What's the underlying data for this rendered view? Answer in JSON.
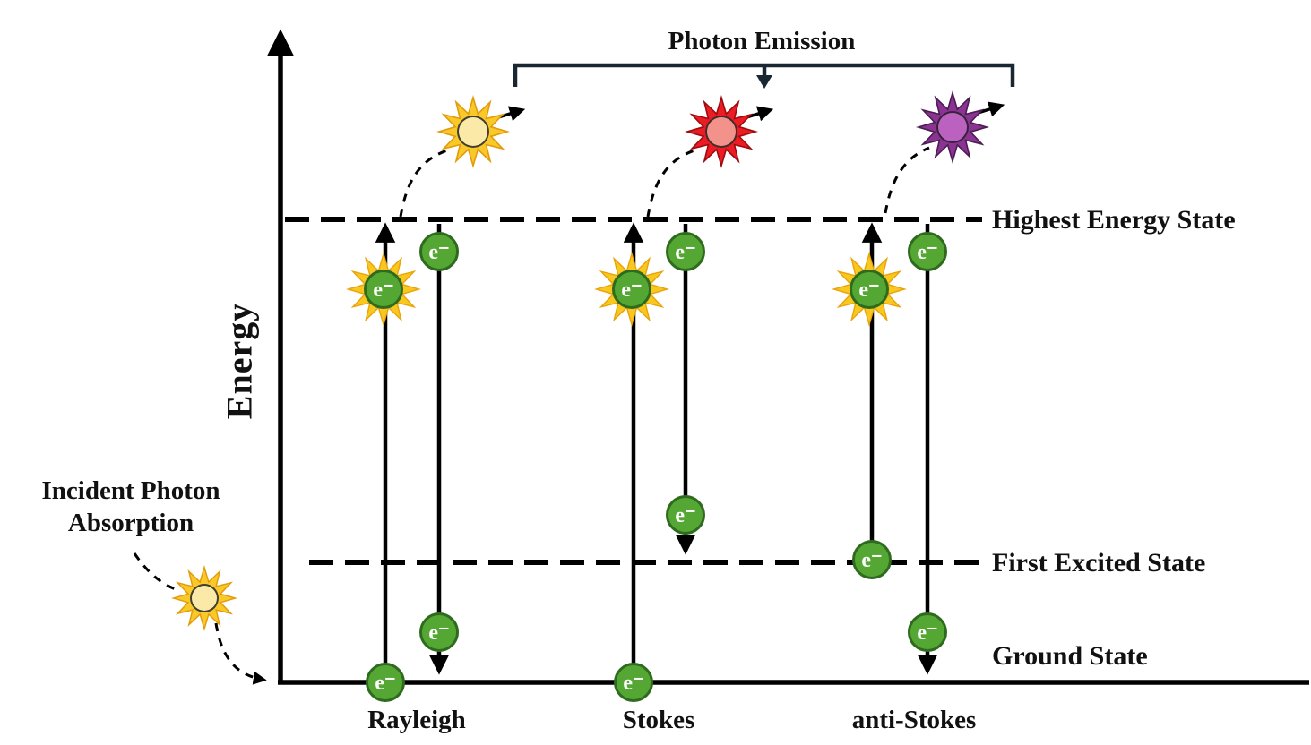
{
  "diagram": {
    "photon_emission_label": "Photon Emission",
    "energy_axis_label": "Energy",
    "incident_label_line1": "Incident Photon",
    "incident_label_line2": "Absorption",
    "levels": {
      "highest": "Highest Energy State",
      "first_excited": "First Excited State",
      "ground": "Ground State"
    },
    "processes": {
      "rayleigh": "Rayleigh",
      "stokes": "Stokes",
      "anti_stokes": "anti-Stokes"
    },
    "electron_label": "e⁻",
    "colors": {
      "rayleigh_photon": "#F9C929",
      "stokes_photon": "#EC1C24",
      "anti_stokes_photon": "#8A3392",
      "incident_photon": "#F9C929",
      "electron_fill": "#55A733",
      "electron_border": "#2E6B1E",
      "axis": "#000000",
      "bracket": "#1A2733"
    }
  }
}
